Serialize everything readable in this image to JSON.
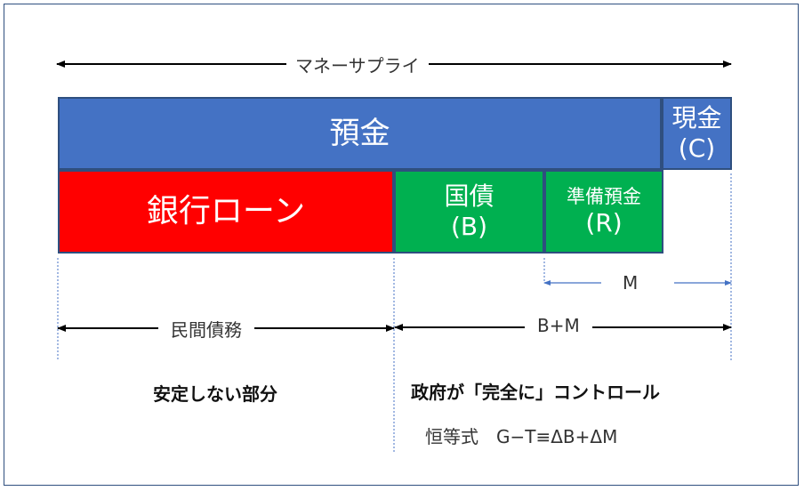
{
  "title": "マネーサプライ",
  "blocks": {
    "deposits": {
      "label": "預金"
    },
    "cash": {
      "line1": "現金",
      "line2": "(C)"
    },
    "bank_loans": {
      "label": "銀行ローン"
    },
    "gov_bonds": {
      "line1": "国債",
      "line2": "(B)"
    },
    "reserves": {
      "line1": "準備預金",
      "line2": "(R)"
    }
  },
  "arrows": {
    "m": "M",
    "private_debt": "民間債務",
    "b_plus_m": "B+M"
  },
  "captions": {
    "unstable": "安定しない部分",
    "controlled": "政府が「完全に」コントロール",
    "identity": "恒等式　G−T≡ΔB+ΔM"
  },
  "colors": {
    "blue": "#4472C4",
    "red": "#FF0000",
    "green": "#00B050",
    "outline": "#2F4F7F"
  }
}
